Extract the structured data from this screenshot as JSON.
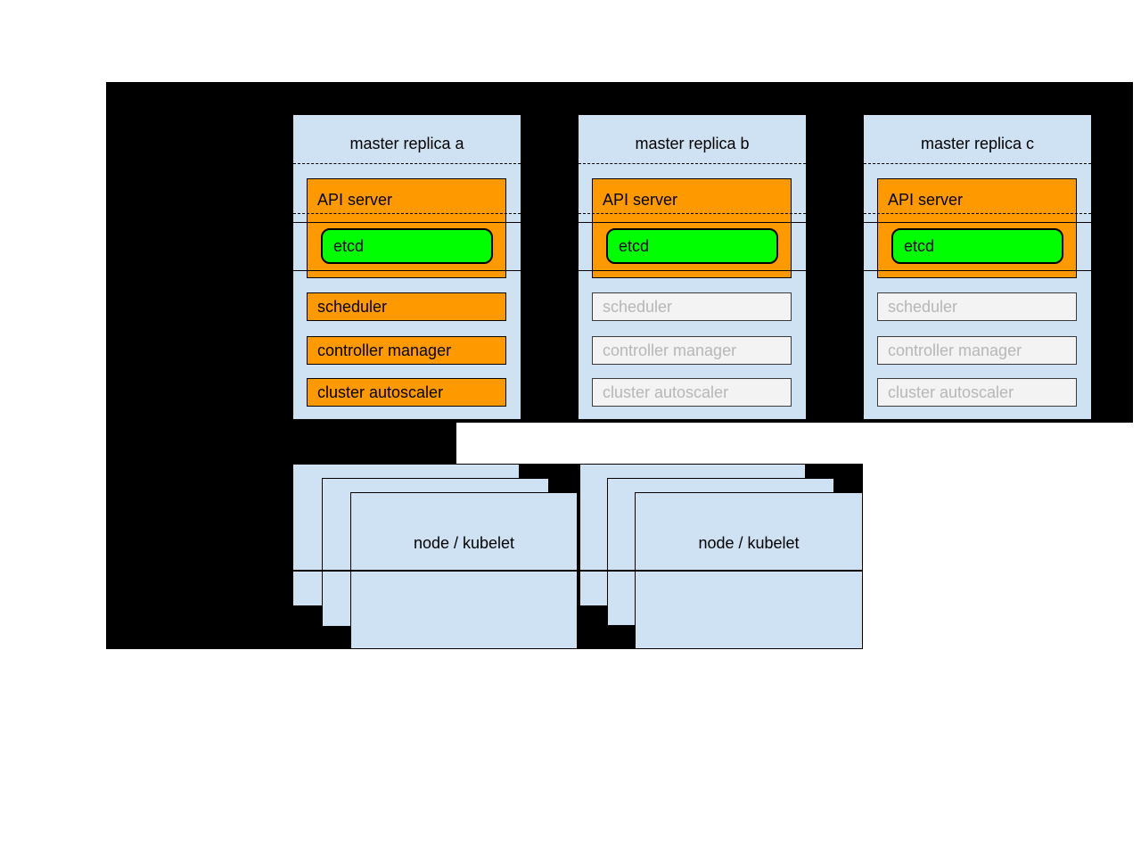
{
  "diagram": {
    "masters": [
      {
        "title": "master replica a",
        "api_server": "API server",
        "etcd": "etcd",
        "scheduler": "scheduler",
        "controller_manager": "controller manager",
        "cluster_autoscaler": "cluster autoscaler",
        "state": "active"
      },
      {
        "title": "master replica b",
        "api_server": "API server",
        "etcd": "etcd",
        "scheduler": "scheduler",
        "controller_manager": "controller manager",
        "cluster_autoscaler": "cluster autoscaler",
        "state": "standby"
      },
      {
        "title": "master replica c",
        "api_server": "API server",
        "etcd": "etcd",
        "scheduler": "scheduler",
        "controller_manager": "controller manager",
        "cluster_autoscaler": "cluster autoscaler",
        "state": "standby"
      }
    ],
    "nodes": [
      {
        "label": "node / kubelet"
      },
      {
        "label": "node / kubelet"
      }
    ]
  },
  "colors": {
    "canvas-black": "#000000",
    "box-blue": "#cfe2f3",
    "active-orange": "#ff9900",
    "etcd-green": "#00ff00",
    "inactive-fill": "#f3f3f3",
    "inactive-text": "#b7b7b7"
  }
}
